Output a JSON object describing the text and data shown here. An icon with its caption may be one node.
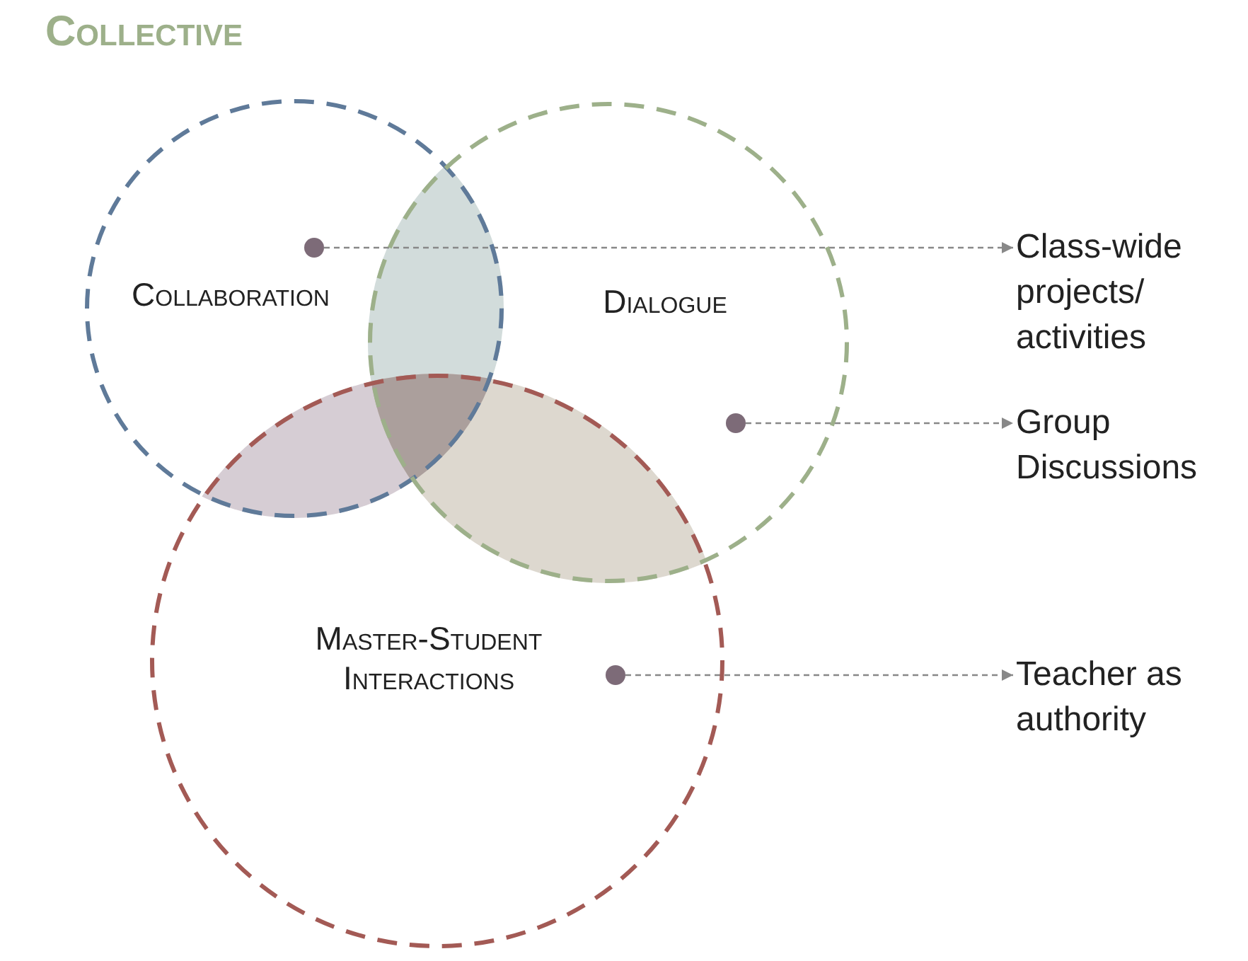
{
  "diagram": {
    "title": "Collective",
    "nodes": [
      {
        "text": [
          "Collaboration"
        ]
      },
      {
        "text": [
          "Dialogue"
        ]
      },
      {
        "text": [
          "Master-Student Interactions"
        ]
      },
      {
        "text": [],
        "shape": "circle",
        "in": 0
      },
      {
        "text": [],
        "shape": "circle",
        "in": 1
      },
      {
        "text": [],
        "shape": "circle",
        "in": 2
      },
      {
        "text": [
          "Class-wide projects/ activities"
        ]
      },
      {
        "text": [
          "Group Discussions"
        ]
      },
      {
        "text": [
          "Teacher as authority"
        ]
      }
    ],
    "edges": [
      {
        "from": 3,
        "to": 6,
        "arrow": "to",
        "style": "dashed"
      },
      {
        "from": 4,
        "to": 7,
        "arrow": "to",
        "style": "dashed"
      },
      {
        "from": 5,
        "to": 8,
        "arrow": "to",
        "style": "dashed"
      }
    ]
  }
}
